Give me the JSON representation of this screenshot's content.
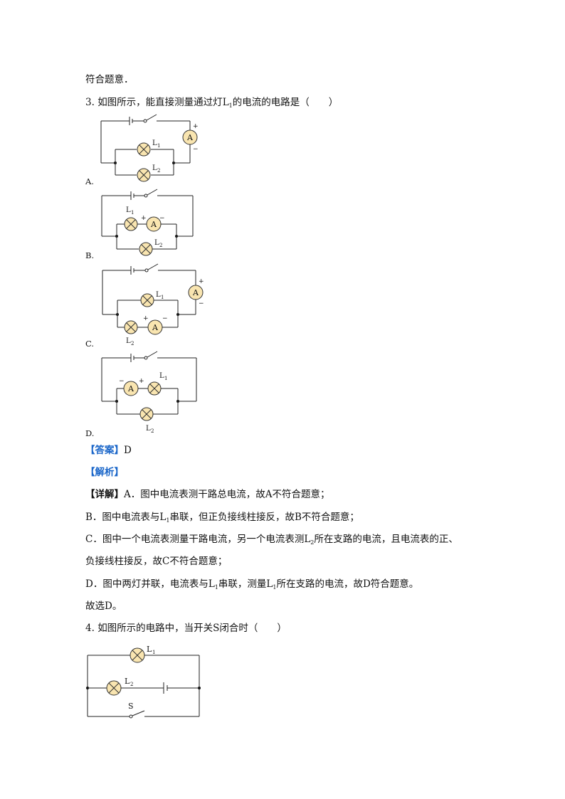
{
  "intro_line": "符合题意．",
  "q3": {
    "number": "3.",
    "stem_pre": "如图所示，能直接测量通过灯",
    "stem_L": "L",
    "stem_L_sub": "1",
    "stem_post": "的电流的电路是（　　）"
  },
  "options": [
    "A.",
    "B.",
    "C.",
    "D."
  ],
  "circuit_symbols": {
    "ammeter": "A",
    "lamp_prefix": "L",
    "sub1": "1",
    "sub2": "2",
    "plus": "+",
    "minus": "−",
    "switch": "S"
  },
  "answer": {
    "tag": "【答案】",
    "value": "D"
  },
  "analysis": {
    "tag": "【解析】"
  },
  "detail": {
    "tag": "【详解】",
    "lines": [
      "A．图中电流表测干路总电流，故A不符合题意；",
      "B．图中电流表与L",
      "串联，但正负接线柱接反，故B不符合题意；",
      "C．图中一个电流表测量干路电流，另一个电流表测L",
      "所在支路的电流，且电流表的正、",
      "负接线柱接反，故C不符合题意；",
      "D．图中两灯并联，电流表与L",
      "串联，测量L",
      "所在支路的电流，故D符合题意。",
      "故选D。"
    ],
    "subs": [
      "1",
      "2",
      "1",
      "1"
    ]
  },
  "q4": {
    "number": "4.",
    "stem": "如图所示的电路中，当开关S闭合时（　　）"
  }
}
